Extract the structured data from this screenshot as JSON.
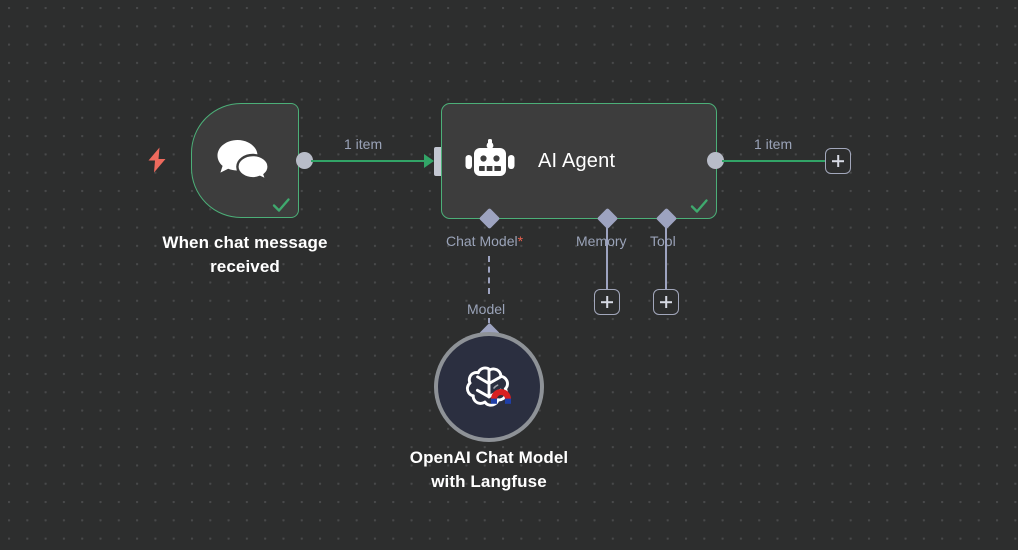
{
  "canvas": {
    "background_color": "#2d2e2e",
    "grid_dot_color": "#48494a"
  },
  "colors": {
    "node_fill": "#3d3d3d",
    "node_border_success": "#4caf78",
    "connection": "#32a467",
    "label_muted": "#9aa3b8",
    "required_asterisk": "#ef6351",
    "trigger_bolt": "#ee6a5d",
    "endpoint": "#b8bcc8",
    "diamond": "#9da3c0",
    "openai_ring": "#8e9297",
    "openai_fill": "#2b2f40"
  },
  "nodes": {
    "trigger": {
      "title": "When chat message\nreceived",
      "icon": "chat-bubbles-icon",
      "trigger_icon": "lightning-bolt-icon",
      "status": "success",
      "status_icon": "check-icon"
    },
    "agent": {
      "label": "AI Agent",
      "icon": "robot-icon",
      "status": "success",
      "status_icon": "check-icon"
    },
    "model": {
      "title": "OpenAI Chat Model\nwith Langfuse",
      "icon": "openai-logo-icon",
      "badge_icon": "magnet-icon"
    }
  },
  "connections": {
    "trigger_to_agent": {
      "label": "1 item"
    },
    "agent_to_next": {
      "label": "1 item",
      "add_button": "add-node-button"
    },
    "model_link": {
      "label": "Model"
    }
  },
  "sub_connectors": [
    {
      "label": "Chat Model",
      "required": "*",
      "has_add_button": false
    },
    {
      "label": "Memory",
      "required": "",
      "has_add_button": true
    },
    {
      "label": "Tool",
      "required": "",
      "has_add_button": true
    }
  ]
}
